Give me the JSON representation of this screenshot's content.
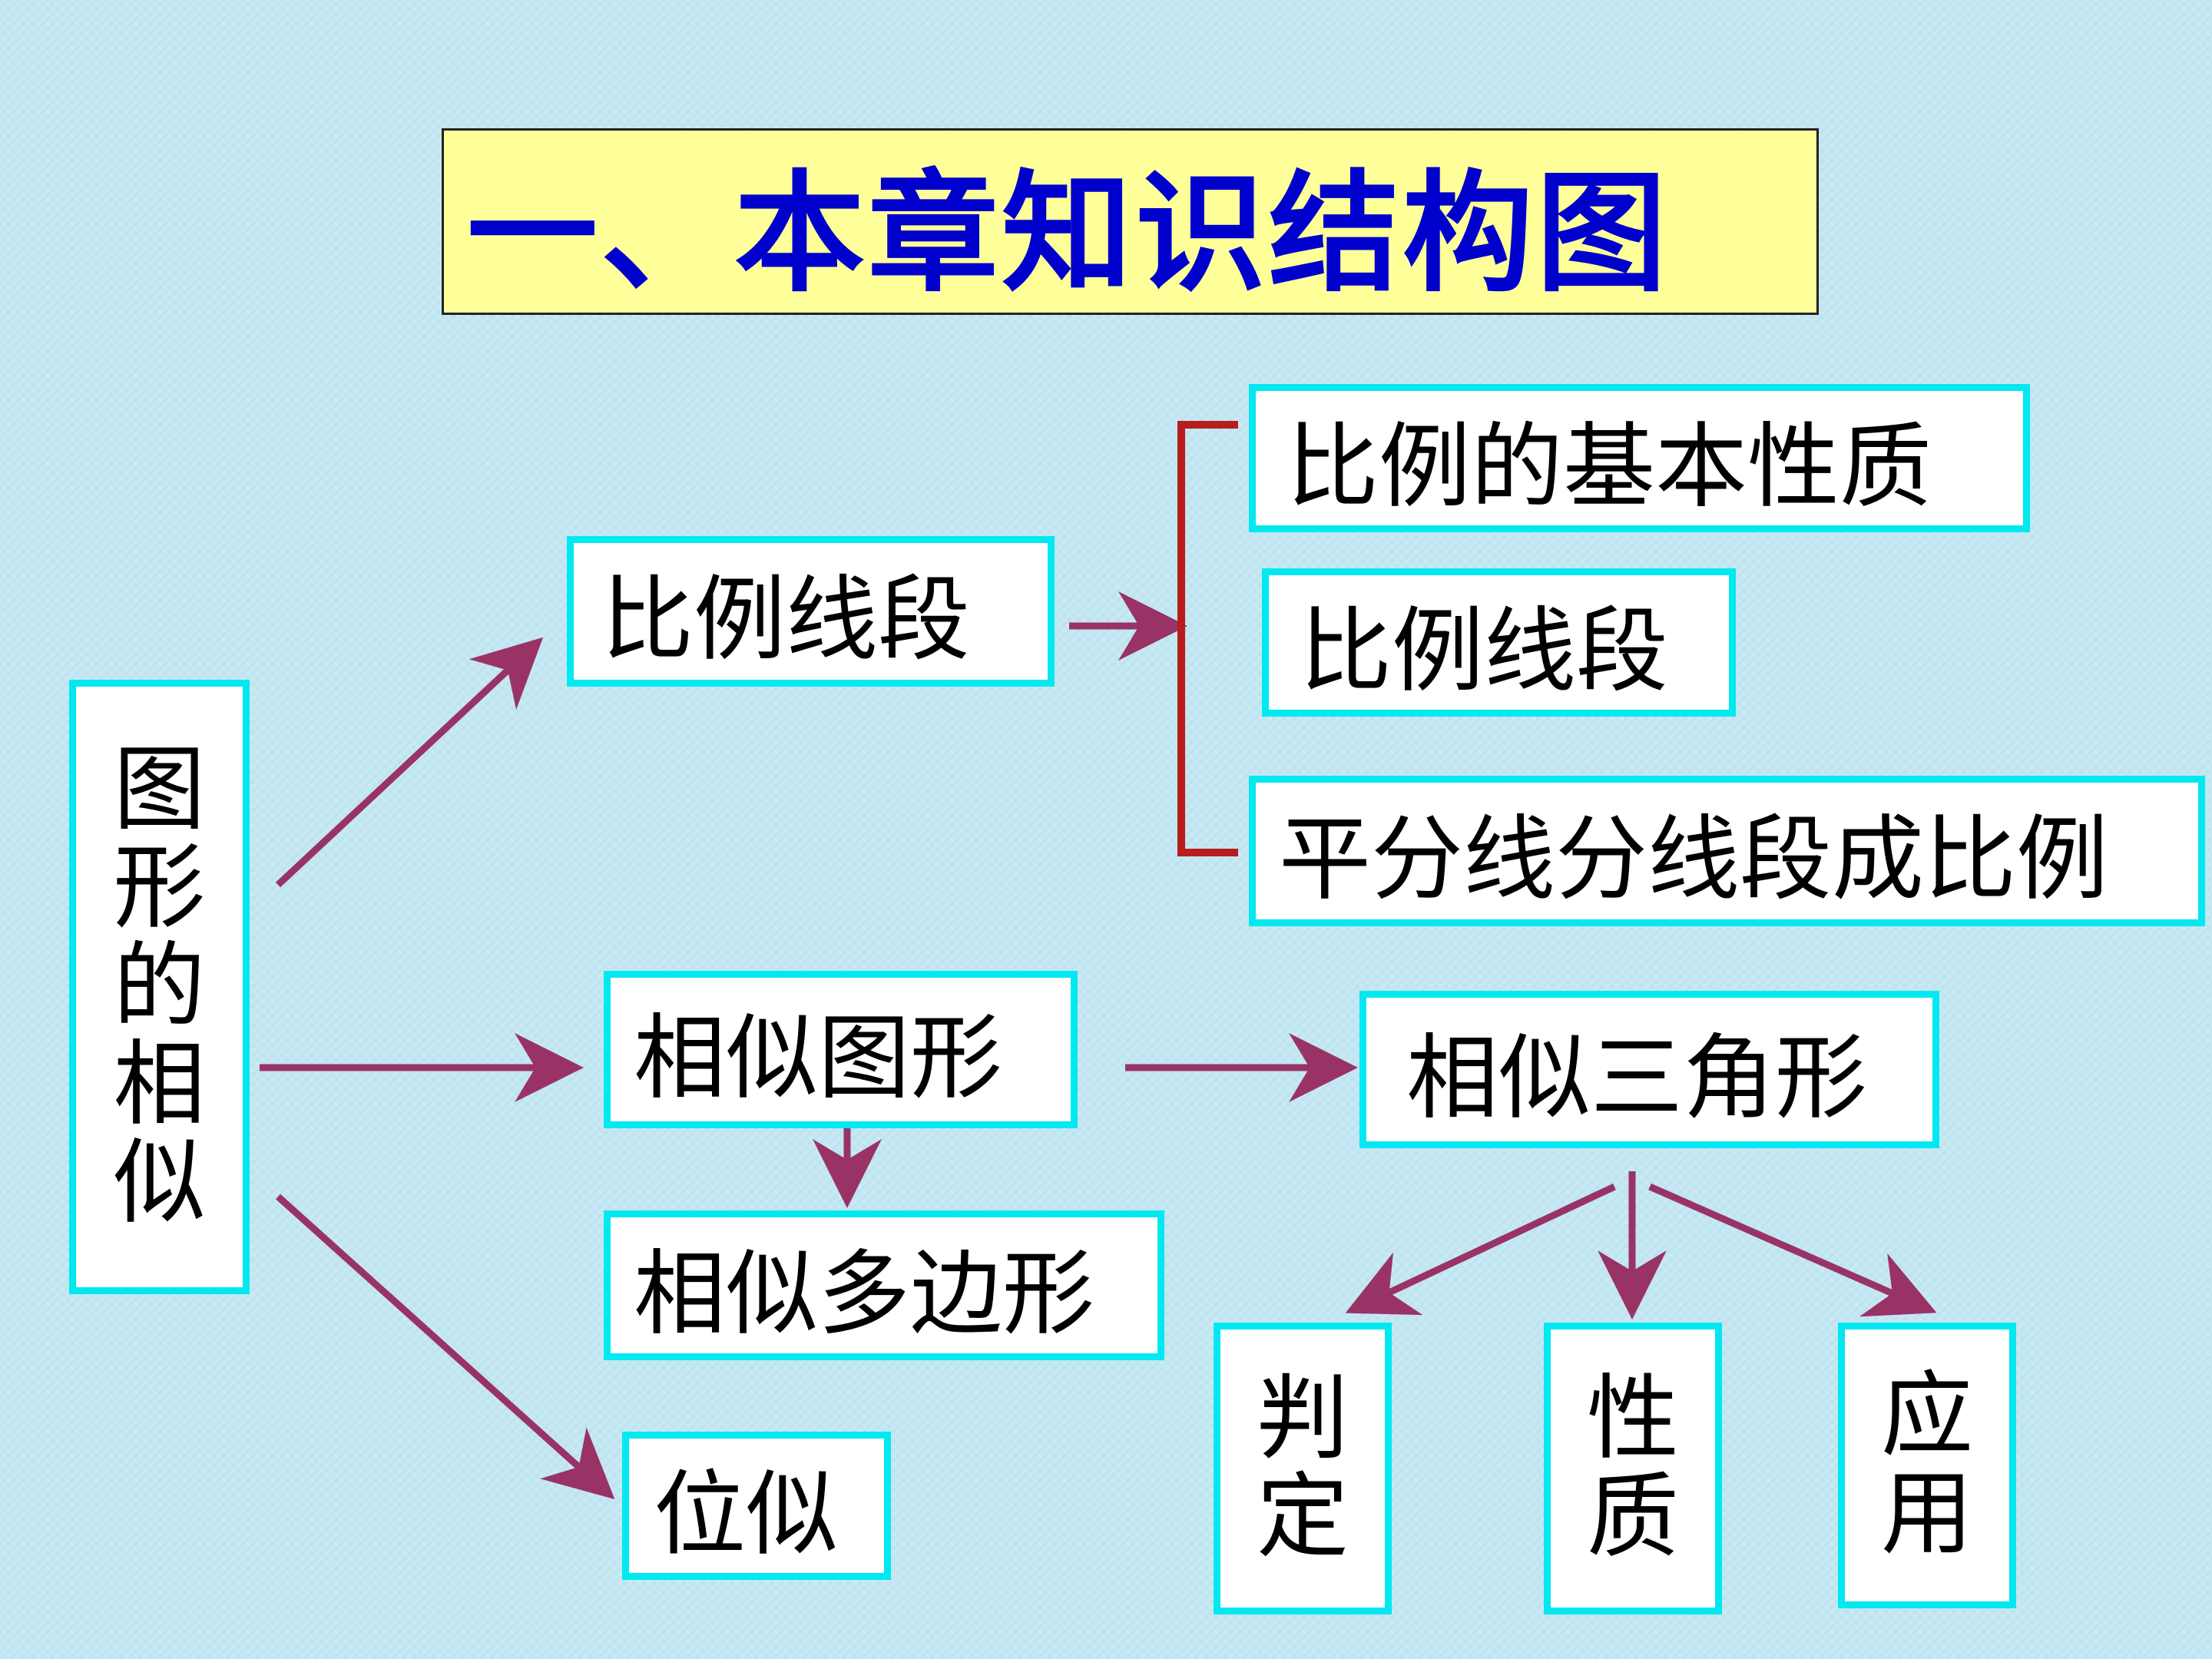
{
  "title": "一、本章知识结构图",
  "root": "图形的相似",
  "nodes": {
    "bili_xianduan": "比例线段",
    "xiangsi_tuxing": "相似图形",
    "xiangsi_duobianxing": "相似多边形",
    "weisi": "位似",
    "bili_jiben_xingzhi": "比例的基本性质",
    "bili_xianduan_sub": "比例线段",
    "pingfenxian": "平分线分线段成比例",
    "xiangsi_sanjiaoxing": "相似三角形",
    "panding": "判定",
    "xingzhi": "性质",
    "yingyong": "应用"
  },
  "colors": {
    "background": "#c3e7f3",
    "title_bg": "#ffff99",
    "title_text": "#0000cc",
    "node_border": "#00e8f0",
    "arrow": "#993366",
    "bracket": "#b81c1c"
  }
}
